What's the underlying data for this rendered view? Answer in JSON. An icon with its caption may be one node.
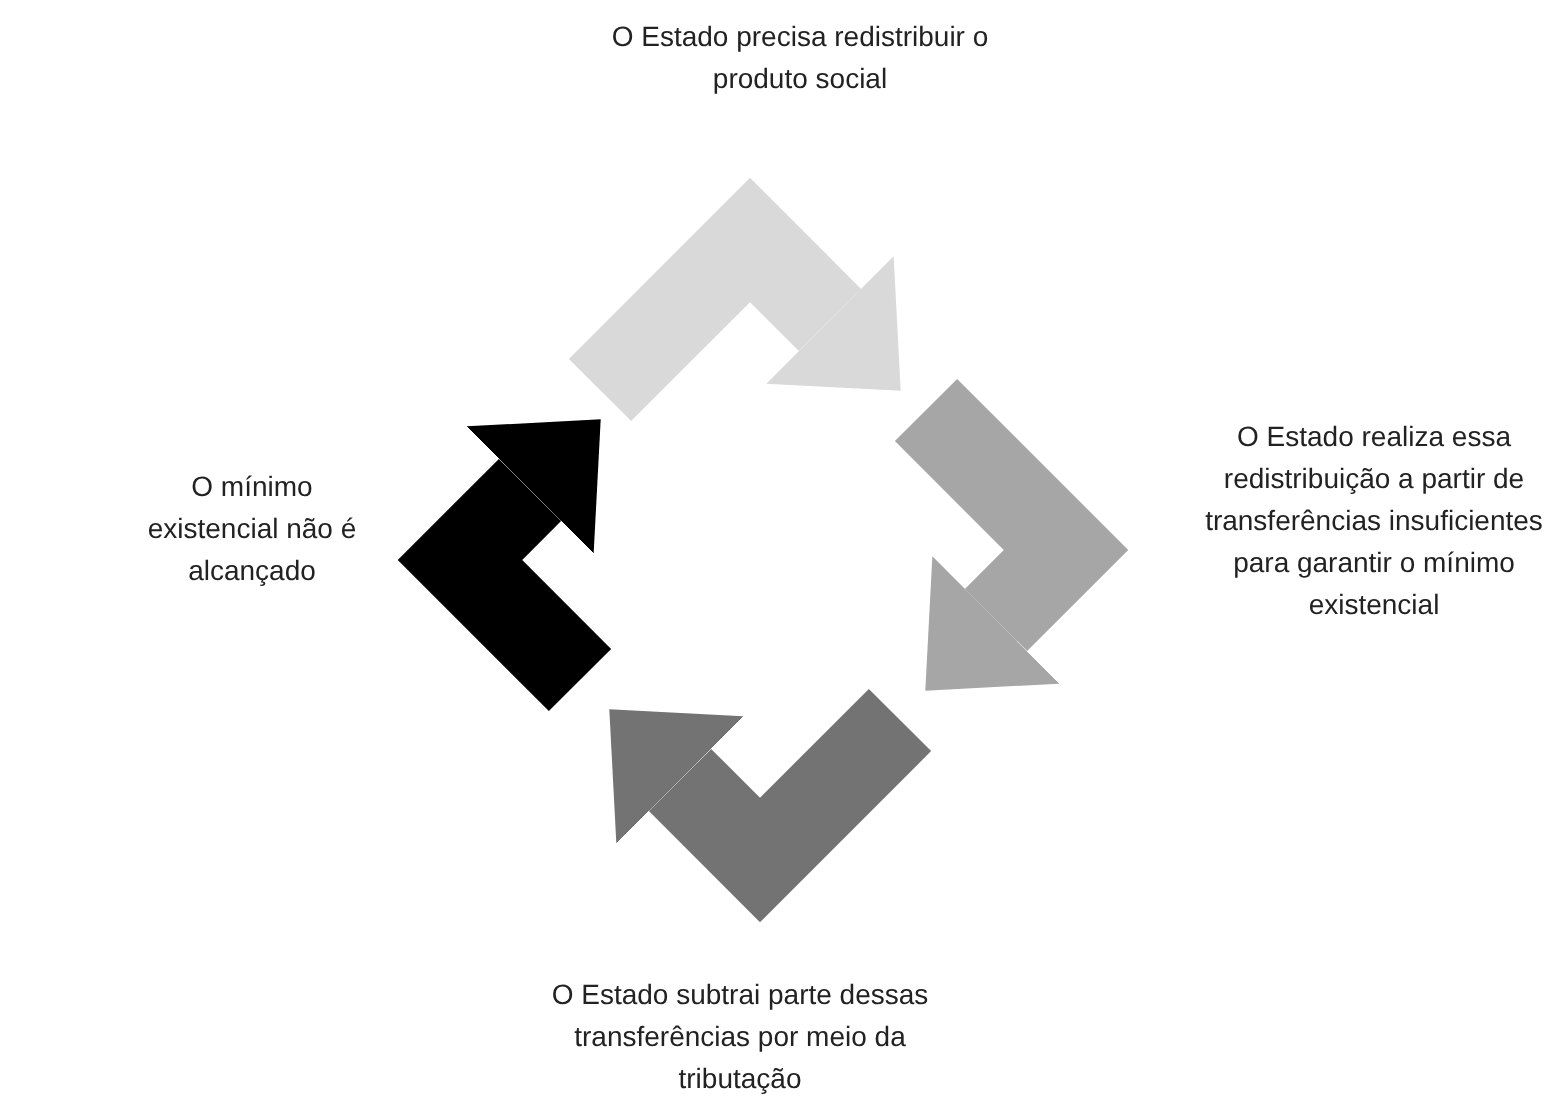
{
  "diagram": {
    "nodes": [
      {
        "text": [],
        "shape": "arrow",
        "beside": [
          "O Estado precisa redistribuir o produto social"
        ]
      },
      {
        "text": [],
        "shape": "arrow",
        "beside": [
          "O Estado realiza essa redistribuição a partir de transferências insuficientes para garantir o mínimo existencial"
        ]
      },
      {
        "text": [],
        "shape": "arrow",
        "beside": [
          "O mínimo existencial não é alcançado"
        ]
      },
      {
        "text": [],
        "shape": "arrow",
        "beside": [
          "O Estado subtrai parte dessas transferências por meio da tributação"
        ]
      }
    ]
  }
}
